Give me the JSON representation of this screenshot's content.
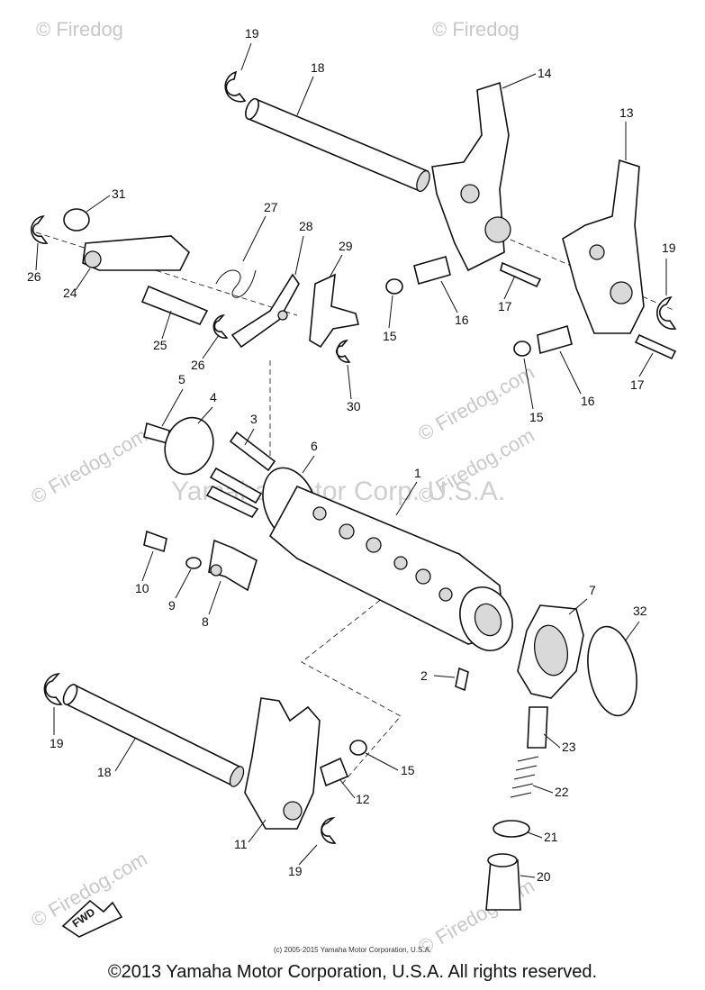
{
  "watermark": {
    "brand": "© Firedog",
    "brand_com": "© Firedog.com",
    "center": "Yamaha Motor Corp. U.S.A."
  },
  "callouts": [
    "19",
    "18",
    "14",
    "13",
    "31",
    "27",
    "28",
    "29",
    "26",
    "24",
    "25",
    "26",
    "30",
    "15",
    "16",
    "17",
    "19",
    "15",
    "16",
    "17",
    "5",
    "4",
    "3",
    "6",
    "1",
    "10",
    "9",
    "8",
    "7",
    "32",
    "2",
    "23",
    "22",
    "21",
    "20",
    "19",
    "18",
    "15",
    "12",
    "11",
    "19"
  ],
  "fwd_label": "FWD",
  "footer": {
    "small": "(c) 2005-2015 Yamaha Motor Corporation, U.S.A.",
    "main": "©2013 Yamaha Motor Corporation, U.S.A. All rights reserved."
  }
}
